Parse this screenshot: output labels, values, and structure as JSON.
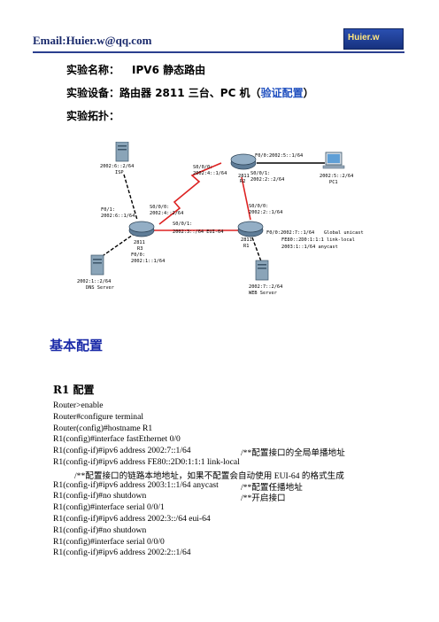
{
  "header": {
    "email_label": "Email:",
    "email_value": "Huier.w@qq.com",
    "logo_text": "Huier.w"
  },
  "info": {
    "name_label": "实验名称：",
    "name_value": "IPV6 静态路由",
    "device_label": "实验设备：",
    "device_value": "路由器 2811 三台、PC 机（",
    "device_link": "验证配置",
    "device_end": "）",
    "topology_label": "实验拓扑："
  },
  "topology": {
    "isp_label": "2002:6::2/64",
    "isp_name": "ISP",
    "r2_s000": "S0/0/0:",
    "r2_s000_addr": "2002:4::1/64",
    "r2_f00": "F0/0:2002:5::1/64",
    "r2_s001": "S0/0/1:",
    "r2_s001_addr": "2002:2::2/64",
    "r2_model": "2811",
    "r2_name": "R2",
    "pc_addr": "2002:5::2/64",
    "pc_name": "PC1",
    "r3_f01": "F0/1:",
    "r3_f01_addr": "2002:6::1/64",
    "r3_s000": "S0/0/0:",
    "r3_s000_addr": "2002:4::2/64",
    "r3_s001": "S0/0/1:",
    "r3_s001_addr": "2002:3::/64 EUI-64",
    "r3_model": "2811",
    "r3_name": "R3",
    "r3_f00": "F0/0:",
    "r3_f00_addr": "2002:1::1/64",
    "dns_addr": "2002:1::2/64",
    "dns_name": "DNS Server",
    "r1_s000": "S0/0/0:",
    "r1_s000_addr": "2002:2::1/64",
    "r1_f00": "F0/0:2002:7::1/64",
    "r1_global": "Global unicast",
    "r1_linklocal": "FE80::2D0:1:1:1 link-local",
    "r1_anycast": "2003:1::1/64 anycast",
    "r1_model": "2811",
    "r1_name": "R1",
    "web_addr": "2002:7::2/64",
    "web_name": "WEB Server"
  },
  "sections": {
    "basic_config": "基本配置",
    "r1_config": "R1 配置"
  },
  "code": [
    {
      "text": "Router>enable",
      "comment": ""
    },
    {
      "text": "Router#configure terminal",
      "comment": ""
    },
    {
      "text": "Router(config)#hostname R1",
      "comment": ""
    },
    {
      "text": "R1(config)#interface fastEthernet 0/0",
      "comment": ""
    },
    {
      "text": "R1(config-if)#ipv6 address 2002:7::1/64",
      "comment": "/**配置接口的全局单播地址"
    },
    {
      "text": "R1(config-if)#ipv6 address FE80::2D0:1:1:1 link-local",
      "comment": ""
    },
    {
      "text": "/**配置接口的链路本地地址，如果不配置会自动使用 EUI-64 的格式生成",
      "comment": "",
      "note": true
    },
    {
      "text": "R1(config-if)#ipv6 address 2003:1::1/64 anycast",
      "comment": "/**配置任播地址"
    },
    {
      "text": "R1(config-if)#no shutdown",
      "comment": "/**开启接口"
    },
    {
      "text": "R1(config)#interface serial 0/0/1",
      "comment": ""
    },
    {
      "text": "R1(config-if)#ipv6 address 2002:3::/64 eui-64",
      "comment": ""
    },
    {
      "text": "R1(config-if)#no shutdown",
      "comment": ""
    },
    {
      "text": "R1(config)#interface serial 0/0/0",
      "comment": ""
    },
    {
      "text": "R1(config-if)#ipv6 address 2002:2::1/64",
      "comment": ""
    }
  ]
}
